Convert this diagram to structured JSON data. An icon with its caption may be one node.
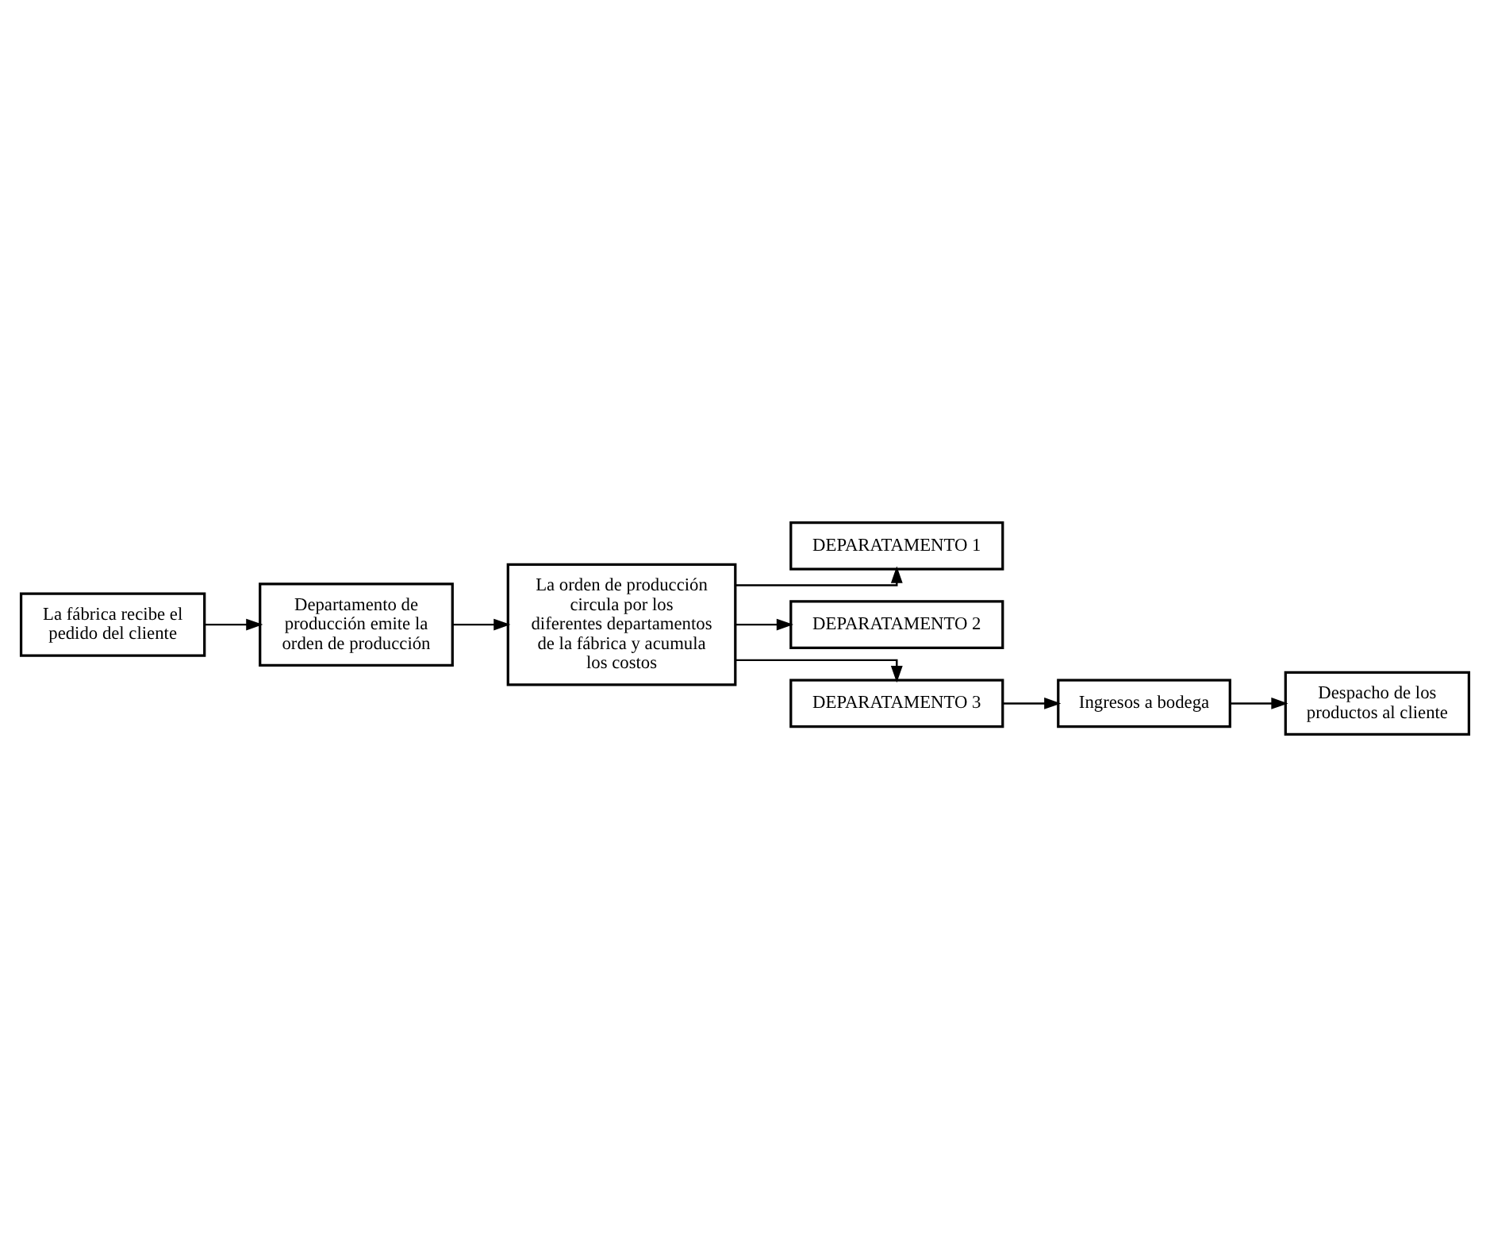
{
  "diagram": {
    "nodes": [
      {
        "text": [
          "La fábrica recibe el pedido del cliente"
        ]
      },
      {
        "text": [
          "Departamento de producción emite la orden de producción"
        ]
      },
      {
        "text": [
          "La orden de producción circula por los diferentes departamentos de la fábrica y acumula los costos"
        ]
      },
      {
        "text": [
          "DEPARATAMENTO 1"
        ]
      },
      {
        "text": [
          "DEPARATAMENTO 2"
        ]
      },
      {
        "text": [
          "DEPARATAMENTO 3"
        ]
      },
      {
        "text": [
          "Ingresos a bodega"
        ]
      },
      {
        "text": [
          "Despacho de los productos al cliente"
        ]
      }
    ],
    "edges": [
      {
        "from": 0,
        "to": 1,
        "arrow": "to"
      },
      {
        "from": 1,
        "to": 2,
        "arrow": "to"
      },
      {
        "from": 2,
        "to": 3,
        "arrow": "to"
      },
      {
        "from": 2,
        "to": 4,
        "arrow": "to"
      },
      {
        "from": 2,
        "to": 5,
        "arrow": "to"
      },
      {
        "from": 5,
        "to": 6,
        "arrow": "to"
      },
      {
        "from": 6,
        "to": 7,
        "arrow": "to"
      }
    ]
  }
}
